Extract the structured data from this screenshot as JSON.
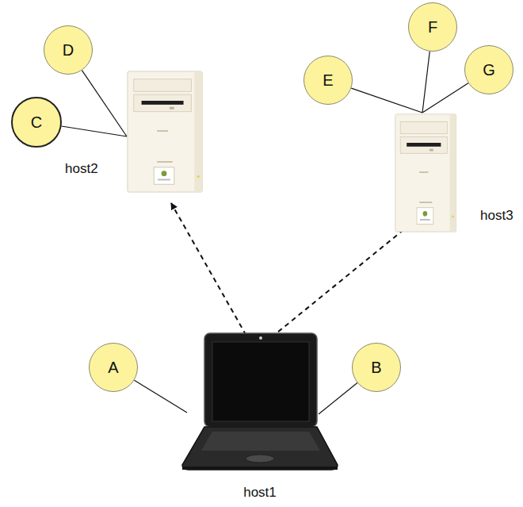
{
  "diagram": {
    "nodes": [
      {
        "text": [
          "host1"
        ]
      },
      {
        "text": [
          "host2"
        ]
      },
      {
        "text": [
          "host3"
        ]
      },
      {
        "text": [
          "A"
        ]
      },
      {
        "text": [
          "B"
        ]
      },
      {
        "text": [
          "C"
        ]
      },
      {
        "text": [
          "D"
        ]
      },
      {
        "text": [
          "E"
        ]
      },
      {
        "text": [
          "F"
        ]
      },
      {
        "text": [
          "G"
        ]
      }
    ],
    "edges": [
      {
        "from": 0,
        "to": 1,
        "arrow": "both"
      },
      {
        "from": 0,
        "to": 2,
        "arrow": "both"
      },
      {
        "from": 3,
        "to": 0,
        "arrow": "none"
      },
      {
        "from": 4,
        "to": 0,
        "arrow": "none"
      },
      {
        "from": 5,
        "to": 1,
        "arrow": "none"
      },
      {
        "from": 6,
        "to": 1,
        "arrow": "none"
      },
      {
        "from": 7,
        "to": 2,
        "arrow": "none"
      },
      {
        "from": 8,
        "to": 2,
        "arrow": "none"
      },
      {
        "from": 9,
        "to": 2,
        "arrow": "none"
      }
    ]
  }
}
